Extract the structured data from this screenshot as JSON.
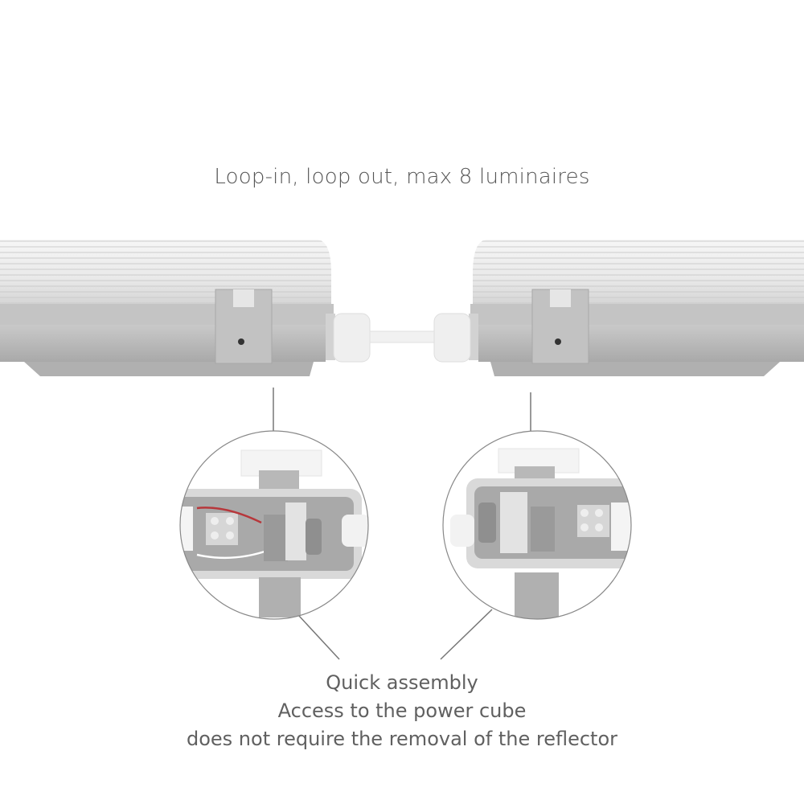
{
  "headline": "Loop-in, loop out, max 8 luminaires",
  "caption": {
    "line1": "Quick assembly",
    "line2": "Access to the power cube",
    "line3": "does not require the removal of the reflector"
  },
  "illustration": {
    "left_luminaire": "luminaire-left",
    "right_luminaire": "luminaire-right",
    "cable": "loop-cable",
    "detail_left": "detail-circle-left",
    "detail_right": "detail-circle-right"
  },
  "colors": {
    "text": "#555555",
    "housing": "#b9b9b9",
    "housing_dark": "#9d9d9d",
    "diffuser": "#f0f0f0",
    "gland": "#eeeeee",
    "line": "#777777"
  }
}
